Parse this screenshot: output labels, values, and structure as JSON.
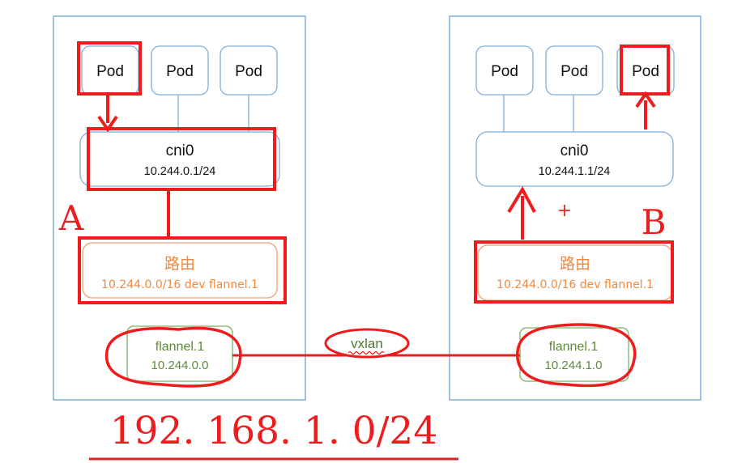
{
  "colors": {
    "node_border": "#7eaedc",
    "annotation_red": "#ee1c1c",
    "route_orange": "#f0883e",
    "flannel_green": "#5b8a3a"
  },
  "left_node": {
    "pods": [
      "Pod",
      "Pod",
      "Pod"
    ],
    "bridge": {
      "name": "cni0",
      "subnet": "10.244.0.1/24"
    },
    "route": {
      "title": "路由",
      "rule": "10.244.0.0/16 dev flannel.1"
    },
    "flannel": {
      "name": "flannel.1",
      "ip": "10.244.0.0"
    },
    "marker": "A"
  },
  "right_node": {
    "pods": [
      "Pod",
      "Pod",
      "Pod"
    ],
    "bridge": {
      "name": "cni0",
      "subnet": "10.244.1.1/24"
    },
    "route": {
      "title": "路由",
      "rule": "10.244.0.0/16 dev flannel.1"
    },
    "flannel": {
      "name": "flannel.1",
      "ip": "10.244.1.0"
    },
    "marker": "B",
    "plus_mark": "+"
  },
  "tunnel": {
    "label": "vxlan"
  },
  "network": {
    "cidr": "192. 168. 1. 0/24"
  }
}
